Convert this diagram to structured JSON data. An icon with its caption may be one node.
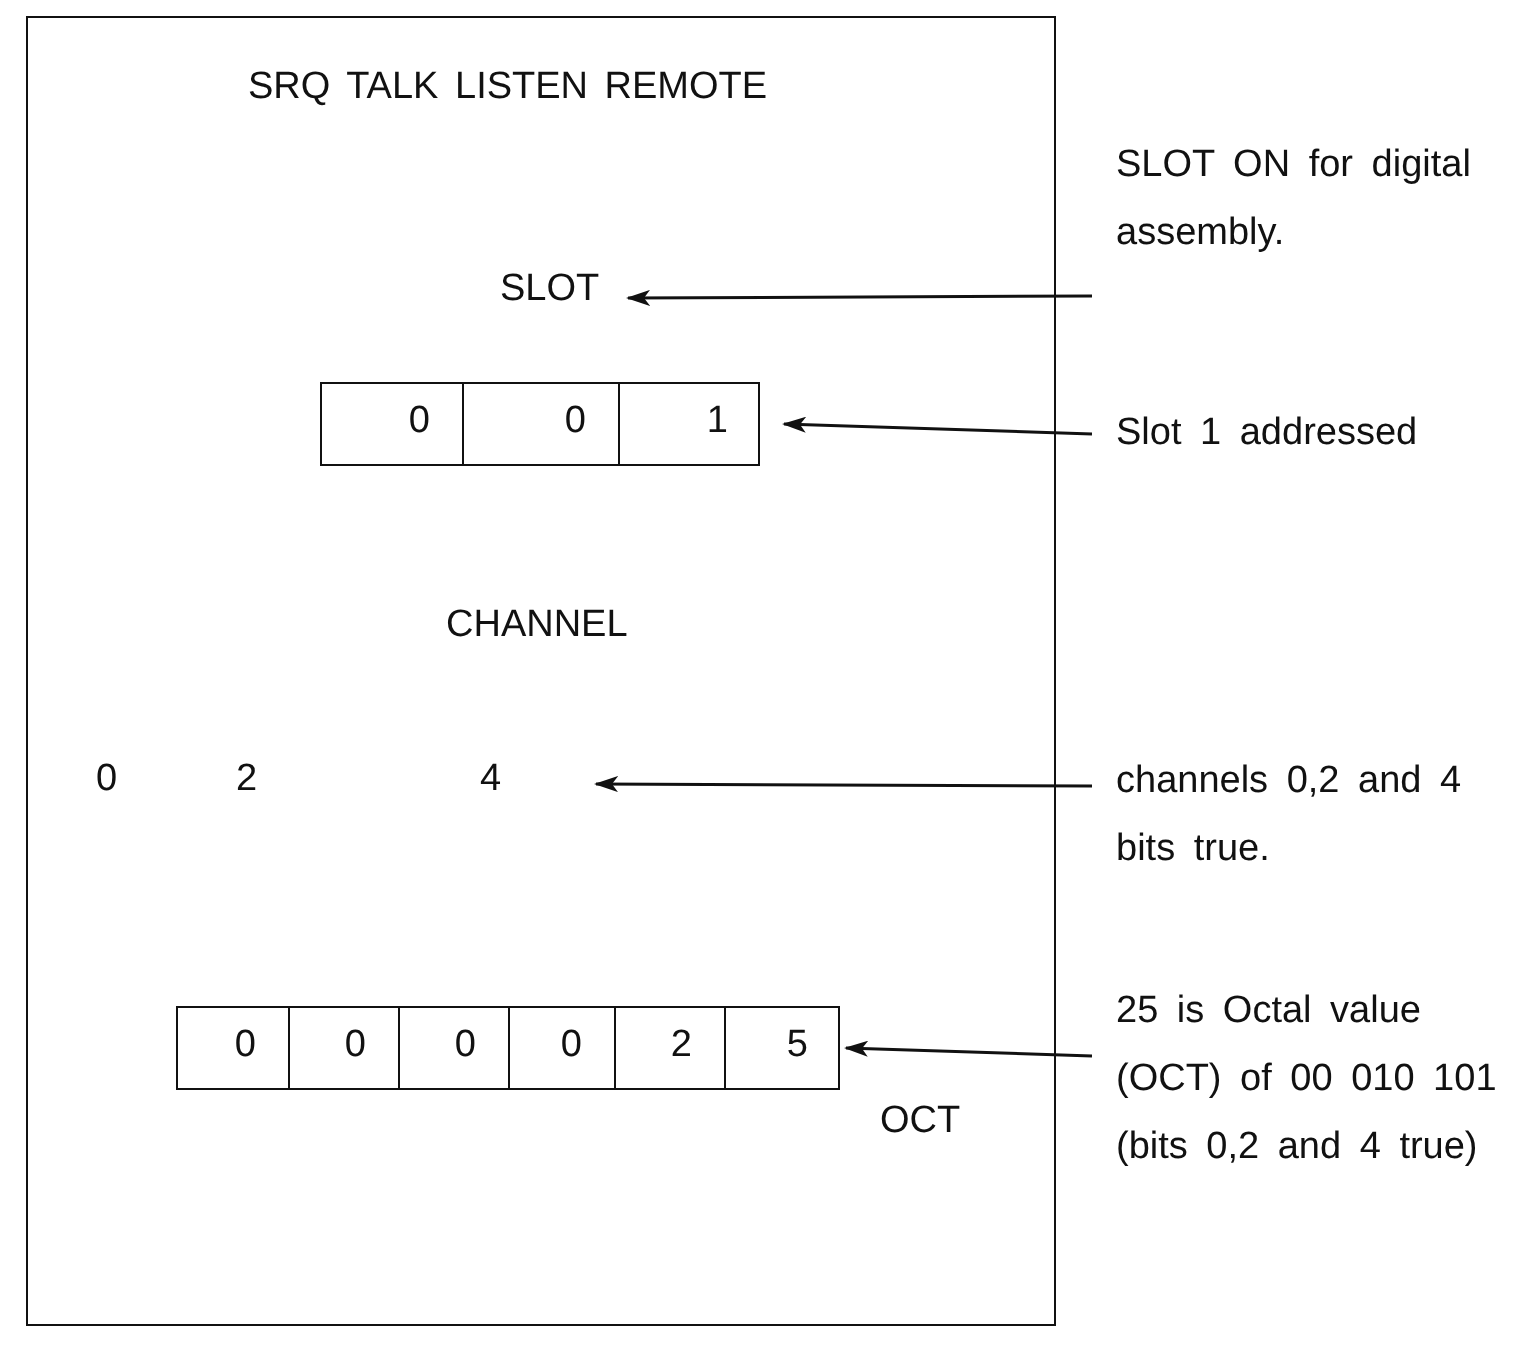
{
  "diagram": {
    "nodes": [
      {
        "text": [
          "SRQ TALK LISTEN REMOTE"
        ]
      },
      {
        "text": [
          "SLOT"
        ],
        "in": 0
      },
      {
        "text": [],
        "shape": "box",
        "in": 0
      },
      {
        "text": [
          "0"
        ],
        "in": 2
      },
      {
        "text": [
          "0"
        ],
        "in": 2
      },
      {
        "text": [
          "1"
        ],
        "in": 2
      },
      {
        "text": [
          "0",
          "2",
          "4"
        ],
        "in": 0
      },
      {
        "text": [],
        "shape": "box",
        "in": 0
      },
      {
        "text": [
          "0"
        ],
        "in": 7
      },
      {
        "text": [
          "0"
        ],
        "in": 7
      },
      {
        "text": [
          "0"
        ],
        "in": 7
      },
      {
        "text": [
          "0"
        ],
        "in": 7
      },
      {
        "text": [
          "2"
        ],
        "in": 7
      },
      {
        "text": [
          "5"
        ],
        "in": 7
      },
      {
        "text": [
          "SLOT ON for digital assembly."
        ]
      },
      {
        "text": [
          "Slot 1 addressed"
        ]
      },
      {
        "text": [
          "channels 0,2 and 4 bits true."
        ]
      },
      {
        "text": [
          "25 is Octal value (OCT) of 00 010 101 (bits 0,2 and 4 true)"
        ]
      }
    ],
    "edges": [
      {
        "from": 14,
        "to": 1,
        "arrow": "to"
      },
      {
        "from": 15,
        "to": 2,
        "arrow": "to"
      },
      {
        "from": 16,
        "to": 6,
        "arrow": "to"
      },
      {
        "from": 17,
        "to": 7,
        "arrow": "to"
      }
    ],
    "labels": [
      "CHANNEL",
      "OCT"
    ]
  }
}
